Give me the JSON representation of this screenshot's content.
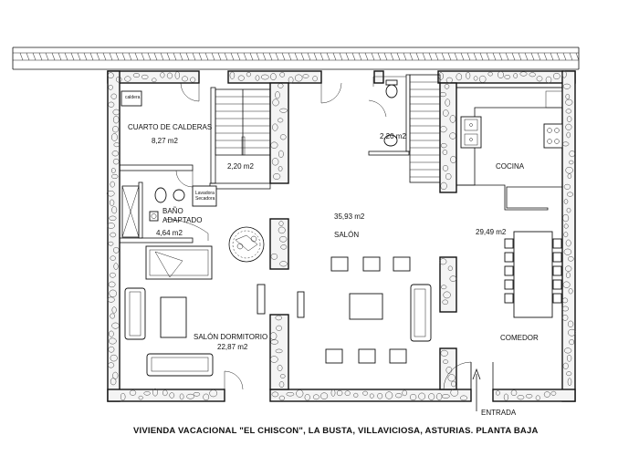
{
  "rooms": {
    "calderas": {
      "name": "CUARTO DE CALDERAS",
      "area": "8,27 m2",
      "equipment": "caldera"
    },
    "hall": {
      "area": "2,20 m2"
    },
    "bano_adaptado": {
      "name_line1": "BAÑO",
      "name_line2": "ADAPTADO",
      "area": "4,64 m2",
      "fixture_line1": "Lavadora",
      "fixture_line2": "Secadora"
    },
    "salon_dormitorio": {
      "name": "SALÓN DORMITORIO",
      "area": "22,87 m2"
    },
    "salon": {
      "name": "SALÓN",
      "area": "35,93 m2"
    },
    "aseo": {
      "area": "2,20 m2"
    },
    "cocina": {
      "name": "COCINA"
    },
    "comedor": {
      "name": "COMEDOR",
      "area": "29,49 m2"
    }
  },
  "entrance": {
    "label": "ENTRADA"
  },
  "caption": "VIVIENDA VACACIONAL \"EL CHISCON\", LA BUSTA, VILLAVICIOSA, ASTURIAS. PLANTA BAJA"
}
